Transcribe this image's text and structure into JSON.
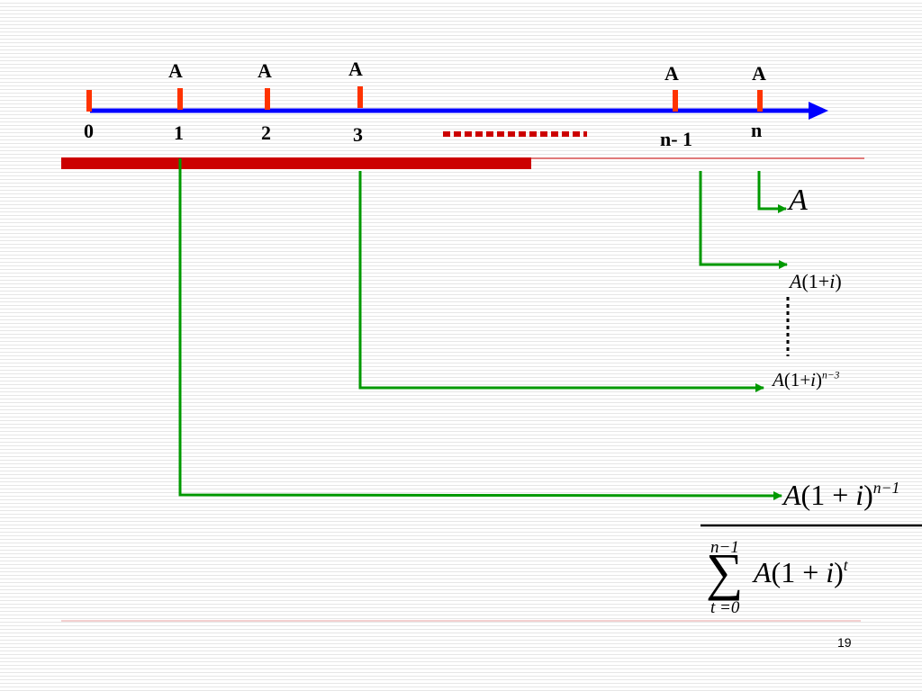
{
  "timeline": {
    "period_labels": [
      "0",
      "1",
      "2",
      "3",
      "n- 1",
      "n"
    ],
    "payment_label": "A"
  },
  "flows": {
    "from_n": {
      "base": "A"
    },
    "from_n_minus_1": {
      "base": "A",
      "factor": "(1+",
      "rate": "i",
      "close": ")"
    },
    "from_3": {
      "base": "A",
      "factor": "(1+",
      "rate": "i",
      "close": ")",
      "exponent": "n−3"
    },
    "from_1": {
      "base": "A",
      "factor": "(1 + ",
      "rate": "i",
      "close": ")",
      "exponent": "n−1"
    }
  },
  "sum_formula": {
    "symbol": "∑",
    "upper": "n−1",
    "lower": "t =0",
    "base": "A",
    "factor": "(1 + ",
    "rate": "i",
    "close": ")",
    "exponent": "t"
  },
  "page_number": "19",
  "colors": {
    "timeline_axis": "#0000ff",
    "tick": "#ff3300",
    "red_bar": "#cc0000",
    "flow_arrow": "#009900"
  }
}
